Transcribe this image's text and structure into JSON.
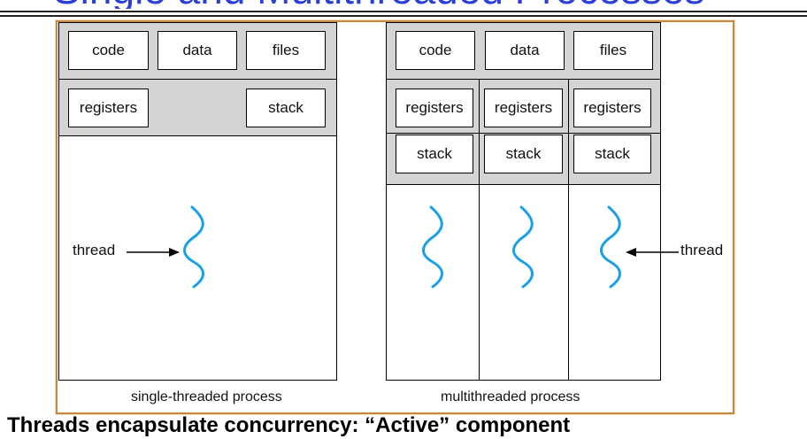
{
  "header": {
    "title_fragment": "Single and Multithreaded Processes"
  },
  "single": {
    "boxes": {
      "code": "code",
      "data": "data",
      "files": "files",
      "registers": "registers",
      "stack": "stack"
    },
    "thread_label": "thread",
    "caption": "single-threaded process"
  },
  "multi": {
    "boxes": {
      "code": "code",
      "data": "data",
      "files": "files"
    },
    "threads": [
      {
        "registers": "registers",
        "stack": "stack"
      },
      {
        "registers": "registers",
        "stack": "stack"
      },
      {
        "registers": "registers",
        "stack": "stack"
      }
    ],
    "thread_label": "thread",
    "caption": "multithreaded process"
  },
  "footer": {
    "text_fragment": "Threads encapsulate concurrency: “Active” component"
  },
  "colors": {
    "title": "#2a3fd8",
    "thread": "#1aa0e6",
    "frame": "#c8873f",
    "shared": "#d4d4d4"
  }
}
